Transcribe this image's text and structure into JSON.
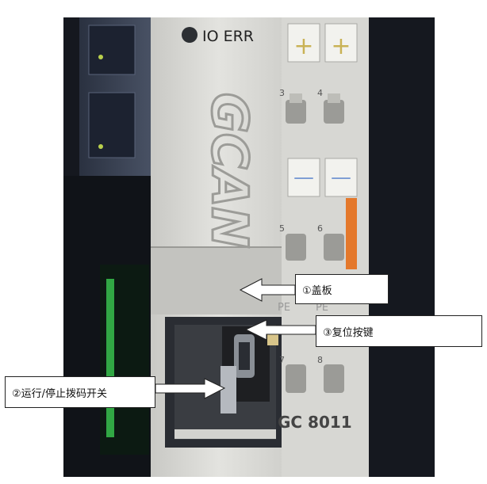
{
  "device": {
    "indicator_label": "IO ERR",
    "logo_text": "GCAN",
    "model_label": "GC 8011",
    "terminals_top": [
      "+",
      "+"
    ],
    "terminal_numbers_a": [
      "3",
      "4"
    ],
    "terminals_mid": [
      "—",
      "—"
    ],
    "terminal_numbers_b": [
      "5",
      "6"
    ],
    "pe_labels": [
      "PE",
      "PE"
    ],
    "terminal_numbers_c": [
      "7",
      "8"
    ]
  },
  "callouts": {
    "cover": "①盖板",
    "switch": "②运行/停止拨码开关",
    "reset": "③复位按键"
  },
  "colors": {
    "module_body": "#dcdcd8",
    "background": "#15181f",
    "orange_tab": "#e4782b",
    "green_led": "#38c24d"
  }
}
